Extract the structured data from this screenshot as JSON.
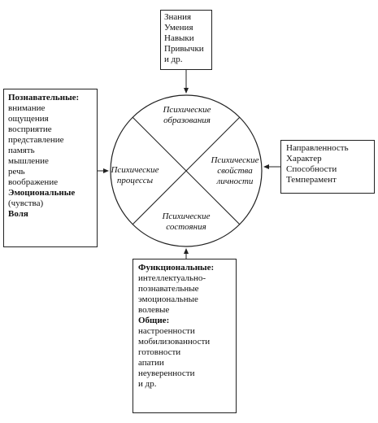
{
  "diagram": {
    "top_box": {
      "lines": [
        "Знания",
        "Умения",
        "Навыки",
        "Привычки",
        "и др."
      ]
    },
    "left_box": {
      "cognitive_heading": "Познавательные:",
      "cognitive_items": [
        "внимание",
        "ощущения",
        "восприятие",
        "представление",
        "память",
        "мышление",
        "речь",
        "воображение"
      ],
      "emotional_heading": "Эмоциональные",
      "emotional_note": "(чувства)",
      "will_heading": "Воля"
    },
    "right_box": {
      "lines": [
        "Направленность",
        "Характер",
        "Способности",
        "Темперамент"
      ]
    },
    "bottom_box": {
      "functional_heading": "Функциональные:",
      "functional_items": [
        "интеллектуально-",
        "познавательные",
        "эмоциональные",
        "волевые"
      ],
      "general_heading": "Общие:",
      "general_items": [
        "настроенности",
        "мобилизованности",
        "готовности",
        "апатии",
        "неуверенности",
        "и др."
      ]
    },
    "circle": {
      "top_label": [
        "Психические",
        "образования"
      ],
      "left_label": [
        "Психические",
        "процессы"
      ],
      "right_label": [
        "Психические",
        "свойства",
        "личности"
      ],
      "bottom_label": [
        "Психические",
        "состояния"
      ]
    }
  }
}
